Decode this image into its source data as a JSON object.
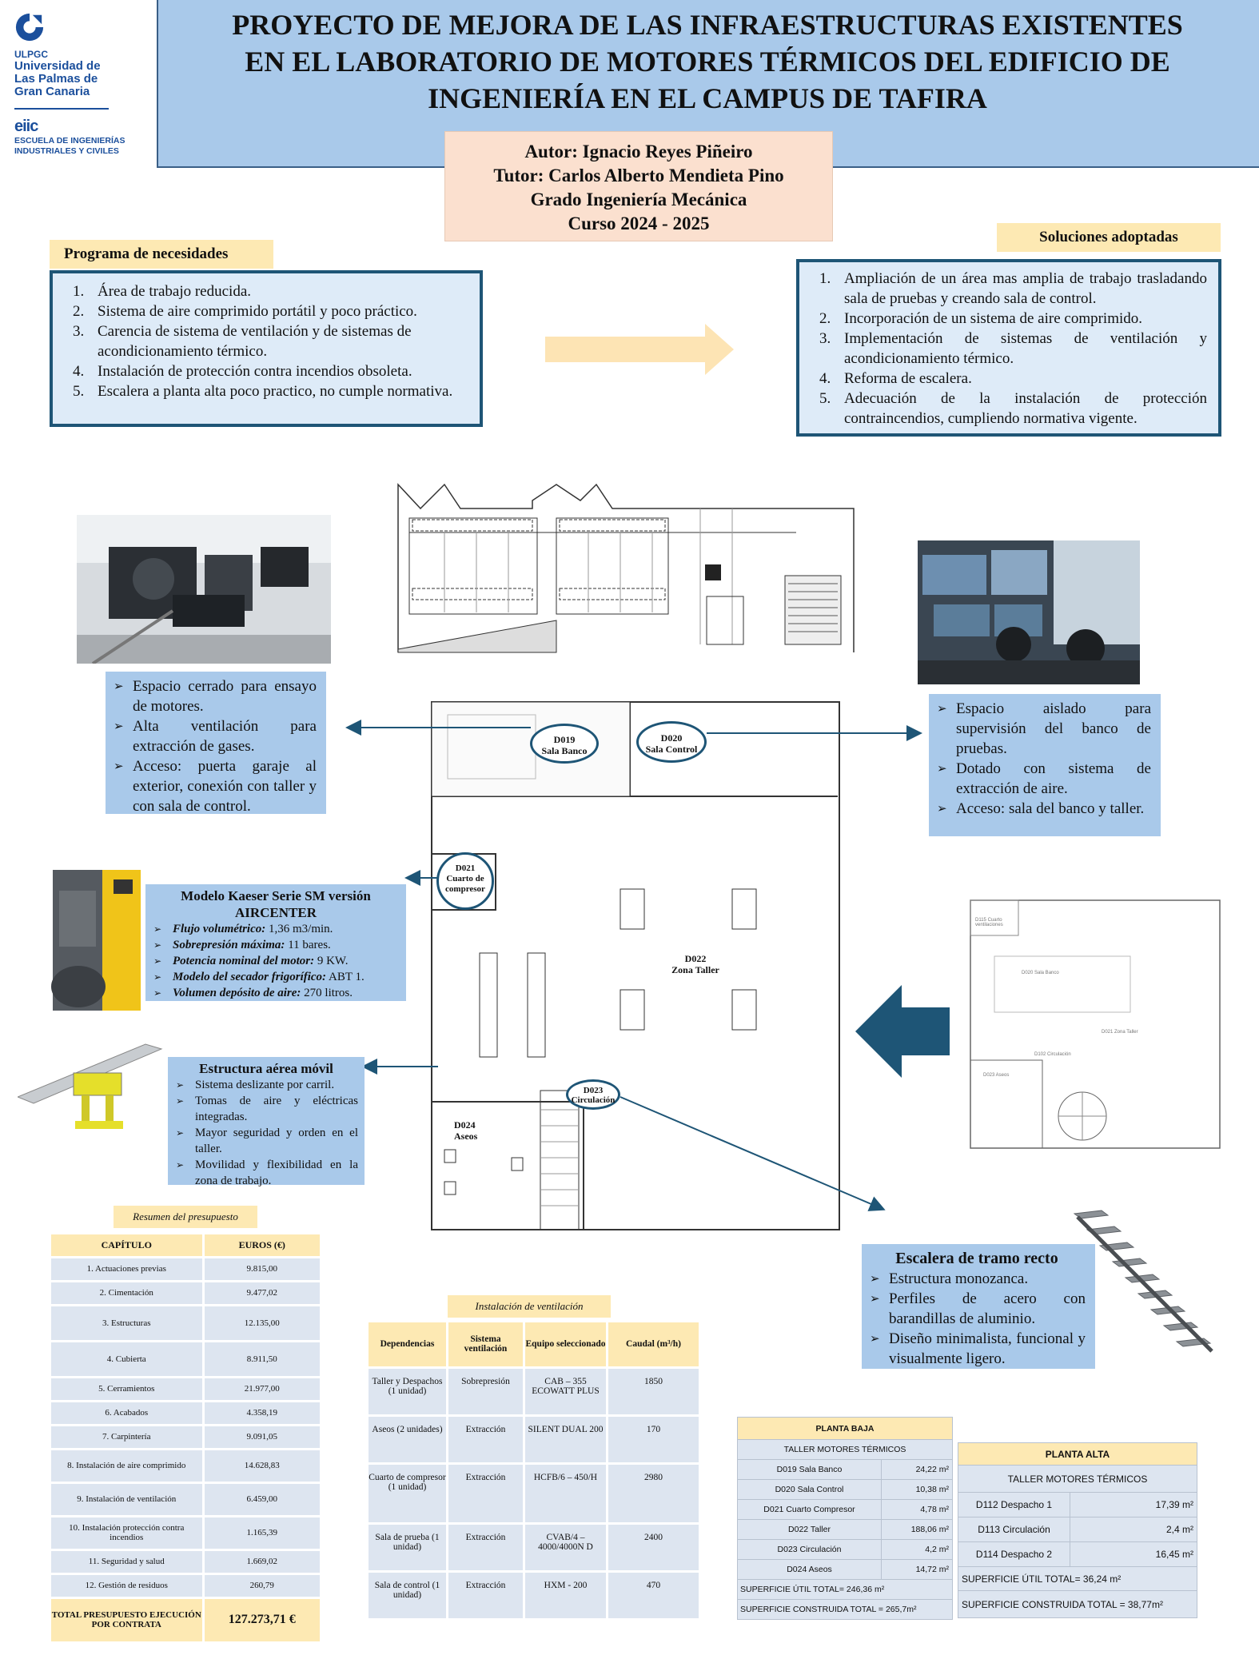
{
  "header": {
    "title": "PROYECTO DE MEJORA DE LAS INFRAESTRUCTURAS EXISTENTES EN EL LABORATORIO DE MOTORES TÉRMICOS DEL EDIFICIO DE INGENIERÍA EN EL CAMPUS DE TAFIRA",
    "title_lines": [
      "PROYECTO DE MEJORA DE LAS INFRAESTRUCTURAS EXISTENTES",
      "EN EL LABORATORIO DE MOTORES TÉRMICOS DEL EDIFICIO DE",
      "INGENIERÍA EN EL CAMPUS DE TAFIRA"
    ]
  },
  "logos": {
    "ulpgc_short": "ULPGC",
    "university_lines": [
      "Universidad de",
      "Las Palmas de",
      "Gran Canaria"
    ],
    "eiic": "eiic",
    "school_lines": [
      "ESCUELA DE INGENIERÍAS",
      "INDUSTRIALES Y CIVILES"
    ]
  },
  "credits": {
    "author": "Autor: Ignacio Reyes Piñeiro",
    "tutor": "Tutor: Carlos Alberto Mendieta Pino",
    "degree": "Grado Ingeniería Mecánica",
    "course": "Curso 2024 - 2025"
  },
  "needs": {
    "heading": "Programa de necesidades",
    "items": [
      "Área de trabajo reducida.",
      "Sistema de aire comprimido portátil y poco práctico.",
      "Carencia de sistema de ventilación y de sistemas de acondicionamiento térmico.",
      "Instalación de protección contra incendios obsoleta.",
      "Escalera a planta alta  poco practico, no cumple normativa."
    ]
  },
  "solutions": {
    "heading": "Soluciones adoptadas",
    "items": [
      "Ampliación de un área mas amplia de trabajo trasladando sala de pruebas y creando sala de control.",
      "Incorporación de un sistema de aire comprimido.",
      "Implementación de sistemas de ventilación y acondicionamiento térmico.",
      "Reforma de escalera.",
      "Adecuación de la instalación de protección contraincendios, cumpliendo normativa vigente."
    ]
  },
  "bench_room": {
    "items": [
      "Espacio cerrado para ensayo de motores.",
      "Alta ventilación para extracción de gases.",
      "Acceso: puerta garaje al exterior, conexión con taller y con sala de control."
    ]
  },
  "control_room": {
    "items": [
      "Espacio aislado para supervisión del banco de pruebas.",
      "Dotado con sistema de extracción de aire.",
      "Acceso: sala del banco y taller."
    ]
  },
  "compressor": {
    "heading": "Modelo Kaeser Serie SM versión AIRCENTER",
    "specs": [
      {
        "label": "Flujo volumétrico:",
        "value": " 1,36 m3/min."
      },
      {
        "label": "Sobrepresión máxima:",
        "value": " 11 bares."
      },
      {
        "label": "Potencia nominal del motor:",
        "value": " 9 KW."
      },
      {
        "label": "Modelo del secador frigorífico:",
        "value": " ABT 1."
      },
      {
        "label": "Volumen depósito de aire:",
        "value": " 270 litros."
      }
    ]
  },
  "aerial": {
    "heading": "Estructura aérea móvil",
    "items": [
      "Sistema deslizante por carril.",
      "Tomas de aire y eléctricas integradas.",
      "Mayor seguridad y orden en el taller.",
      "Movilidad y flexibilidad en la zona de trabajo."
    ]
  },
  "stairs": {
    "heading": "Escalera de tramo recto",
    "items": [
      "Estructura monozanca.",
      "Perfiles de acero con barandillas de aluminio.",
      "Diseño minimalista, funcional y visualmente ligero."
    ]
  },
  "plan_labels": {
    "d019": [
      "D019",
      "Sala Banco"
    ],
    "d020": [
      "D020",
      "Sala Control"
    ],
    "d021": [
      "D021",
      "Cuarto de",
      "compresor"
    ],
    "d022": [
      "D022",
      "Zona Taller"
    ],
    "d023": [
      "D023",
      "Circulación"
    ],
    "d024": [
      "D024",
      "Aseos"
    ]
  },
  "upper_plan_labels": [
    "D115 Cuarto ventilaciones",
    "D020 Sala Banco",
    "D021 Zona Taller",
    "D102 Circulación",
    "D023 Aseos"
  ],
  "budget": {
    "caption": "Resumen del presupuesto",
    "headers": [
      "CAPÍTULO",
      "EUROS  (€)"
    ],
    "rows": [
      [
        "1. Actuaciones previas",
        "9.815,00"
      ],
      [
        "2. Cimentación",
        "9.477,02"
      ],
      [
        "3. Estructuras",
        "12.135,00"
      ],
      [
        "4. Cubierta",
        "8.911,50"
      ],
      [
        "5. Cerramientos",
        "21.977,00"
      ],
      [
        "6. Acabados",
        "4.358,19"
      ],
      [
        "7. Carpintería",
        "9.091,05"
      ],
      [
        "8. Instalación de aire comprimido",
        "14.628,83"
      ],
      [
        "9. Instalación de ventilación",
        "6.459,00"
      ],
      [
        "10. Instalación protección contra incendios",
        "1.165,39"
      ],
      [
        "11. Seguridad y salud",
        "1.669,02"
      ],
      [
        "12. Gestión de residuos",
        "260,79"
      ]
    ],
    "total_label": "TOTAL PRESUPUESTO EJECUCIÓN POR CONTRATA",
    "total_value": "127.273,71 €"
  },
  "ventilation": {
    "caption": "Instalación de ventilación",
    "headers": [
      "Dependencias",
      "Sistema ventilación",
      "Equipo seleccionado",
      "Caudal (m³/h)"
    ],
    "rows": [
      [
        "Taller y Despachos (1 unidad)",
        "Sobrepresión",
        "CAB – 355 ECOWATT PLUS",
        "1850"
      ],
      [
        "Aseos (2 unidades)",
        "Extracción",
        "SILENT DUAL 200",
        "170"
      ],
      [
        "Cuarto de compresor (1 unidad)",
        "Extracción",
        "HCFB/6 – 450/H",
        "2980"
      ],
      [
        "Sala de prueba (1 unidad)",
        "Extracción",
        "CVAB/4 – 4000/4000N D",
        "2400"
      ],
      [
        "Sala de control (1 unidad)",
        "Extracción",
        "HXM - 200",
        "470"
      ]
    ]
  },
  "ground_floor": {
    "title": "PLANTA BAJA",
    "subtitle": "TALLER MOTORES TÉRMICOS",
    "rows": [
      [
        "D019 Sala Banco",
        "24,22 m²"
      ],
      [
        "D020 Sala Control",
        "10,38 m²"
      ],
      [
        "D021 Cuarto Compresor",
        "4,78 m²"
      ],
      [
        "D022 Taller",
        "188,06 m²"
      ],
      [
        "D023 Circulación",
        "4,2 m²"
      ],
      [
        "D024 Aseos",
        "14,72 m²"
      ]
    ],
    "useful": "SUPERFICIE ÚTIL TOTAL= 246,36 m²",
    "built": "SUPERFICIE CONSTRUIDA TOTAL = 265,7m²"
  },
  "upper_floor": {
    "title": "PLANTA ALTA",
    "subtitle": "TALLER MOTORES TÉRMICOS",
    "rows": [
      [
        "D112 Despacho 1",
        "17,39 m²"
      ],
      [
        "D113 Circulación",
        "2,4 m²"
      ],
      [
        "D114 Despacho 2",
        "16,45 m²"
      ]
    ],
    "useful": "SUPERFICIE ÚTIL TOTAL= 36,24 m²",
    "built": "SUPERFICIE CONSTRUIDA TOTAL = 38,77m²"
  }
}
